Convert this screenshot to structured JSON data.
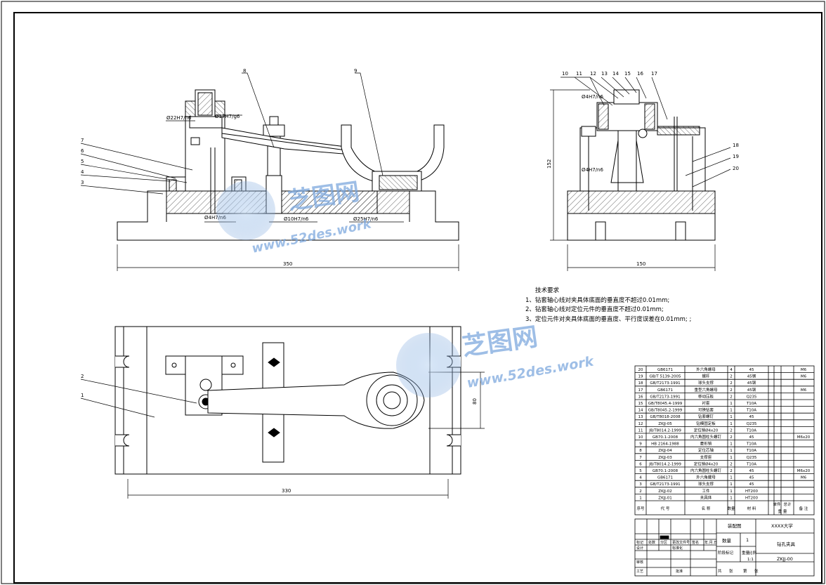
{
  "views": {
    "front": {
      "part_labels": [
        "8",
        "9",
        "7",
        "6",
        "5",
        "4",
        "3"
      ],
      "fits": [
        "Ø22H7/n6",
        "Ø17H7/g6",
        "Ø4H7/n6",
        "Ø10H7/n6",
        "Ø25H7/n6"
      ],
      "dim_width": "350"
    },
    "side": {
      "part_labels": [
        "10",
        "11",
        "12",
        "13",
        "14",
        "15",
        "16",
        "17",
        "18",
        "19",
        "20"
      ],
      "fits": [
        "Ø4H7/n6",
        "Ø4H7/n6"
      ],
      "dim_height": "152",
      "dim_width": "150"
    },
    "plan": {
      "part_labels": [
        "2",
        "1"
      ],
      "dim_width": "330",
      "dim_height": "80"
    }
  },
  "tech_requirements": {
    "title": "技术要求",
    "items": [
      "1、钻套轴心线对夹具体底面的垂直度不超过0.01mm;",
      "2、钻套轴心线对定位元件的垂直度不超过0.01mm;",
      "3、定位元件对夹具体底面的垂直度、平行度误差在0.01mm; ;"
    ]
  },
  "bom": {
    "rows": [
      {
        "no": "20",
        "code": "GB6171",
        "name": "外六角螺母",
        "qty": "4",
        "mat": "45",
        "note": "M6"
      },
      {
        "no": "19",
        "code": "GB/T 5139-2005",
        "name": "螺杆",
        "qty": "2",
        "mat": "45钢",
        "note": "M6"
      },
      {
        "no": "18",
        "code": "GB/T2173-1991",
        "name": "球头支撑",
        "qty": "2",
        "mat": "45钢",
        "note": ""
      },
      {
        "no": "17",
        "code": "GB6171",
        "name": "重型六角螺母",
        "qty": "2",
        "mat": "45钢",
        "note": "M6"
      },
      {
        "no": "16",
        "code": "GB/T2173-1991",
        "name": "移动压板",
        "qty": "2",
        "mat": "Q235",
        "note": ""
      },
      {
        "no": "15",
        "code": "GB/T8045.4-1999",
        "name": "衬套",
        "qty": "1",
        "mat": "T10A",
        "note": ""
      },
      {
        "no": "14",
        "code": "GB/T8045.2-1999",
        "name": "可换钻套",
        "qty": "1",
        "mat": "T10A",
        "note": ""
      },
      {
        "no": "13",
        "code": "GB/T8018-2008",
        "name": "钻套螺钉",
        "qty": "1",
        "mat": "45",
        "note": ""
      },
      {
        "no": "12",
        "code": "ZKJJ-05",
        "name": "钻模固定板",
        "qty": "1",
        "mat": "Q235",
        "note": ""
      },
      {
        "no": "11",
        "code": "JB/T8014.2-1999",
        "name": "定位销Ø4x20",
        "qty": "2",
        "mat": "T10A",
        "note": ""
      },
      {
        "no": "10",
        "code": "GB70.1-2008",
        "name": "内六角圆柱头螺钉",
        "qty": "2",
        "mat": "45",
        "note": "M6x20"
      },
      {
        "no": "9",
        "code": "HB 2164-1988",
        "name": "菱形销",
        "qty": "1",
        "mat": "T10A",
        "note": ""
      },
      {
        "no": "8",
        "code": "ZKJJ-04",
        "name": "定位芯轴",
        "qty": "1",
        "mat": "T10A",
        "note": ""
      },
      {
        "no": "7",
        "code": "ZKJJ-03",
        "name": "支撑座",
        "qty": "1",
        "mat": "Q235",
        "note": ""
      },
      {
        "no": "6",
        "code": "JB/T8014.2-1999",
        "name": "定位销Ø4x20",
        "qty": "2",
        "mat": "T10A",
        "note": ""
      },
      {
        "no": "5",
        "code": "GB70.1-2008",
        "name": "内六角圆柱头螺钉",
        "qty": "2",
        "mat": "45",
        "note": "M6x20"
      },
      {
        "no": "4",
        "code": "GB6171",
        "name": "外六角螺母",
        "qty": "1",
        "mat": "45",
        "note": "M6"
      },
      {
        "no": "3",
        "code": "GB/T2173-1991",
        "name": "球头支撑",
        "qty": "1",
        "mat": "45",
        "note": ""
      },
      {
        "no": "2",
        "code": "ZKJJ-02",
        "name": "工件",
        "qty": "1",
        "mat": "HT200",
        "note": ""
      },
      {
        "no": "1",
        "code": "ZKJJ-01",
        "name": "夹具体",
        "qty": "1",
        "mat": "HT200",
        "note": ""
      }
    ],
    "header": {
      "no": "序号",
      "code": "代  号",
      "name": "名  称",
      "qty": "数量",
      "mat": "材  料",
      "unit_weight": "单件",
      "total_weight": "总计",
      "weight": "重  量",
      "note": "备  注"
    }
  },
  "title_block": {
    "drawing_type": "装配图",
    "school": "XXXX大学",
    "qty_label": "数量",
    "qty_value": "1",
    "design_title": "钻孔夹具",
    "stage_label": "阶段标记",
    "weight_label": "重量",
    "scale_label": "比例",
    "scale_value": "1:1",
    "drawing_no": "ZKJJ-00",
    "row_labels": [
      "标记",
      "处数",
      "分区",
      "更改文件号",
      "签名",
      "年.月.日"
    ],
    "designer": "设计",
    "standard": "标准化",
    "check": "审核",
    "process": "工艺",
    "approve": "批准",
    "sheet_total": "共",
    "sheet": "张",
    "sheet_no": "第",
    "sheet2": "张"
  },
  "watermarks": [
    "芝图网",
    "www.52des.work"
  ]
}
